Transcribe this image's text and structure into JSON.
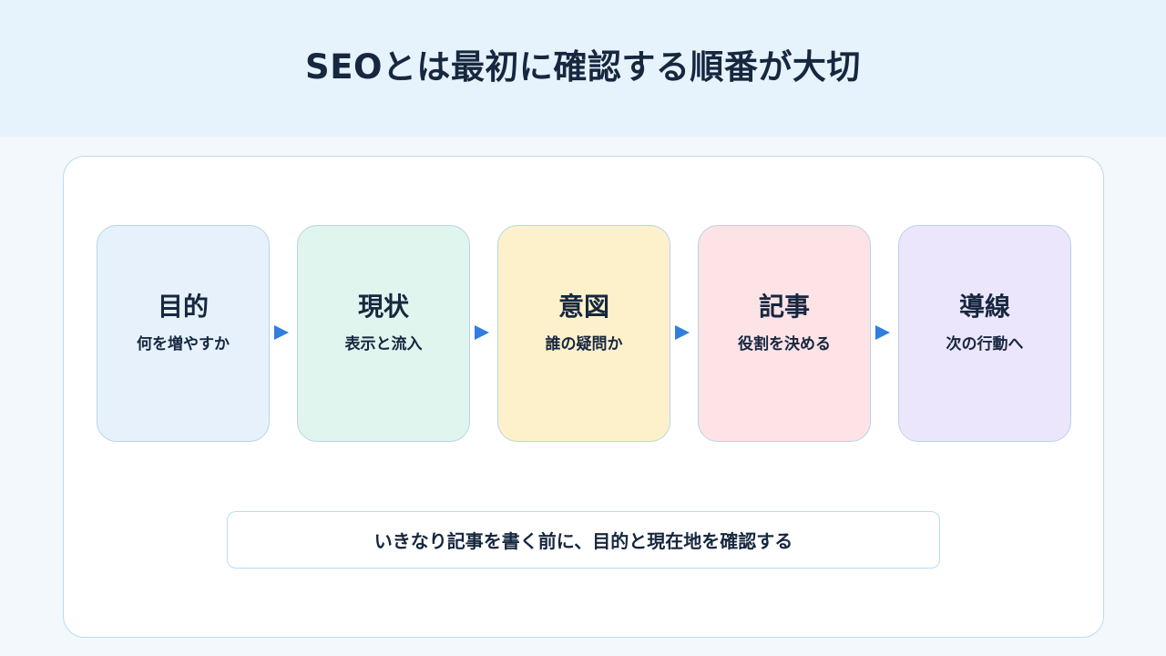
{
  "title": "SEOとは最初に確認する順番が大切",
  "steps": [
    {
      "title": "目的",
      "subtitle": "何を増やすか",
      "color": "#e6f1fc"
    },
    {
      "title": "現状",
      "subtitle": "表示と流入",
      "color": "#dff5ee"
    },
    {
      "title": "意図",
      "subtitle": "誰の疑問か",
      "color": "#fdf1cb"
    },
    {
      "title": "記事",
      "subtitle": "役割を決める",
      "color": "#fde2e6"
    },
    {
      "title": "導線",
      "subtitle": "次の行動へ",
      "color": "#ece6fc"
    }
  ],
  "arrow_color": "#2f7ee0",
  "summary": "いきなり記事を書く前に、目的と現在地を確認する"
}
